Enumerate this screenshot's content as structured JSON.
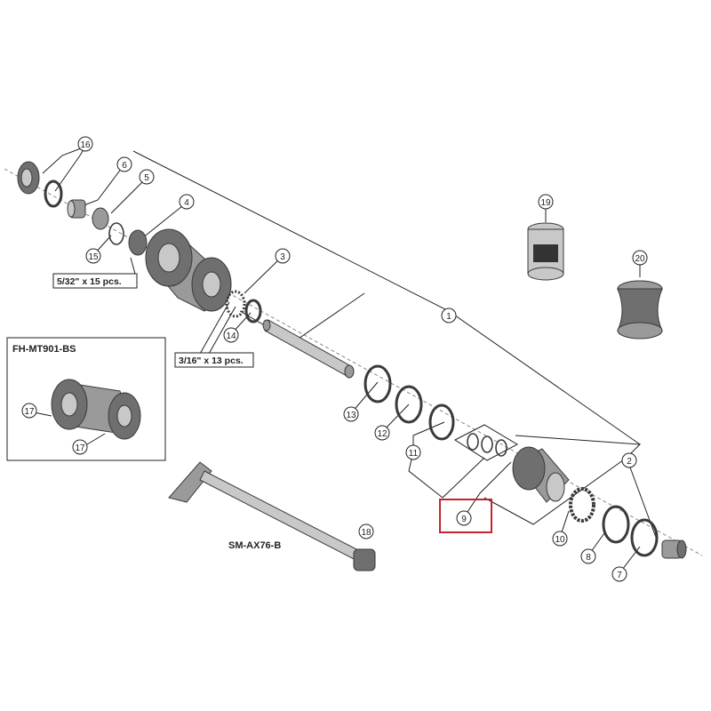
{
  "diagram": {
    "callouts": {
      "c1": "1",
      "c2": "2",
      "c3": "3",
      "c4": "4",
      "c5": "5",
      "c6": "6",
      "c7": "7",
      "c8": "8",
      "c9": "9",
      "c10": "10",
      "c11": "11",
      "c12": "12",
      "c13": "13",
      "c14": "14",
      "c15": "15",
      "c16": "16",
      "c17a": "17",
      "c17b": "17",
      "c18": "18",
      "c19": "19",
      "c20": "20"
    },
    "bearing_labels": {
      "small": "5/32\" x 15 pcs.",
      "large": "3/16\" x 13 pcs."
    },
    "models": {
      "inset": "FH-MT901-BS",
      "axle": "SM-AX76-B"
    },
    "highlight_color": "#c0272d"
  }
}
